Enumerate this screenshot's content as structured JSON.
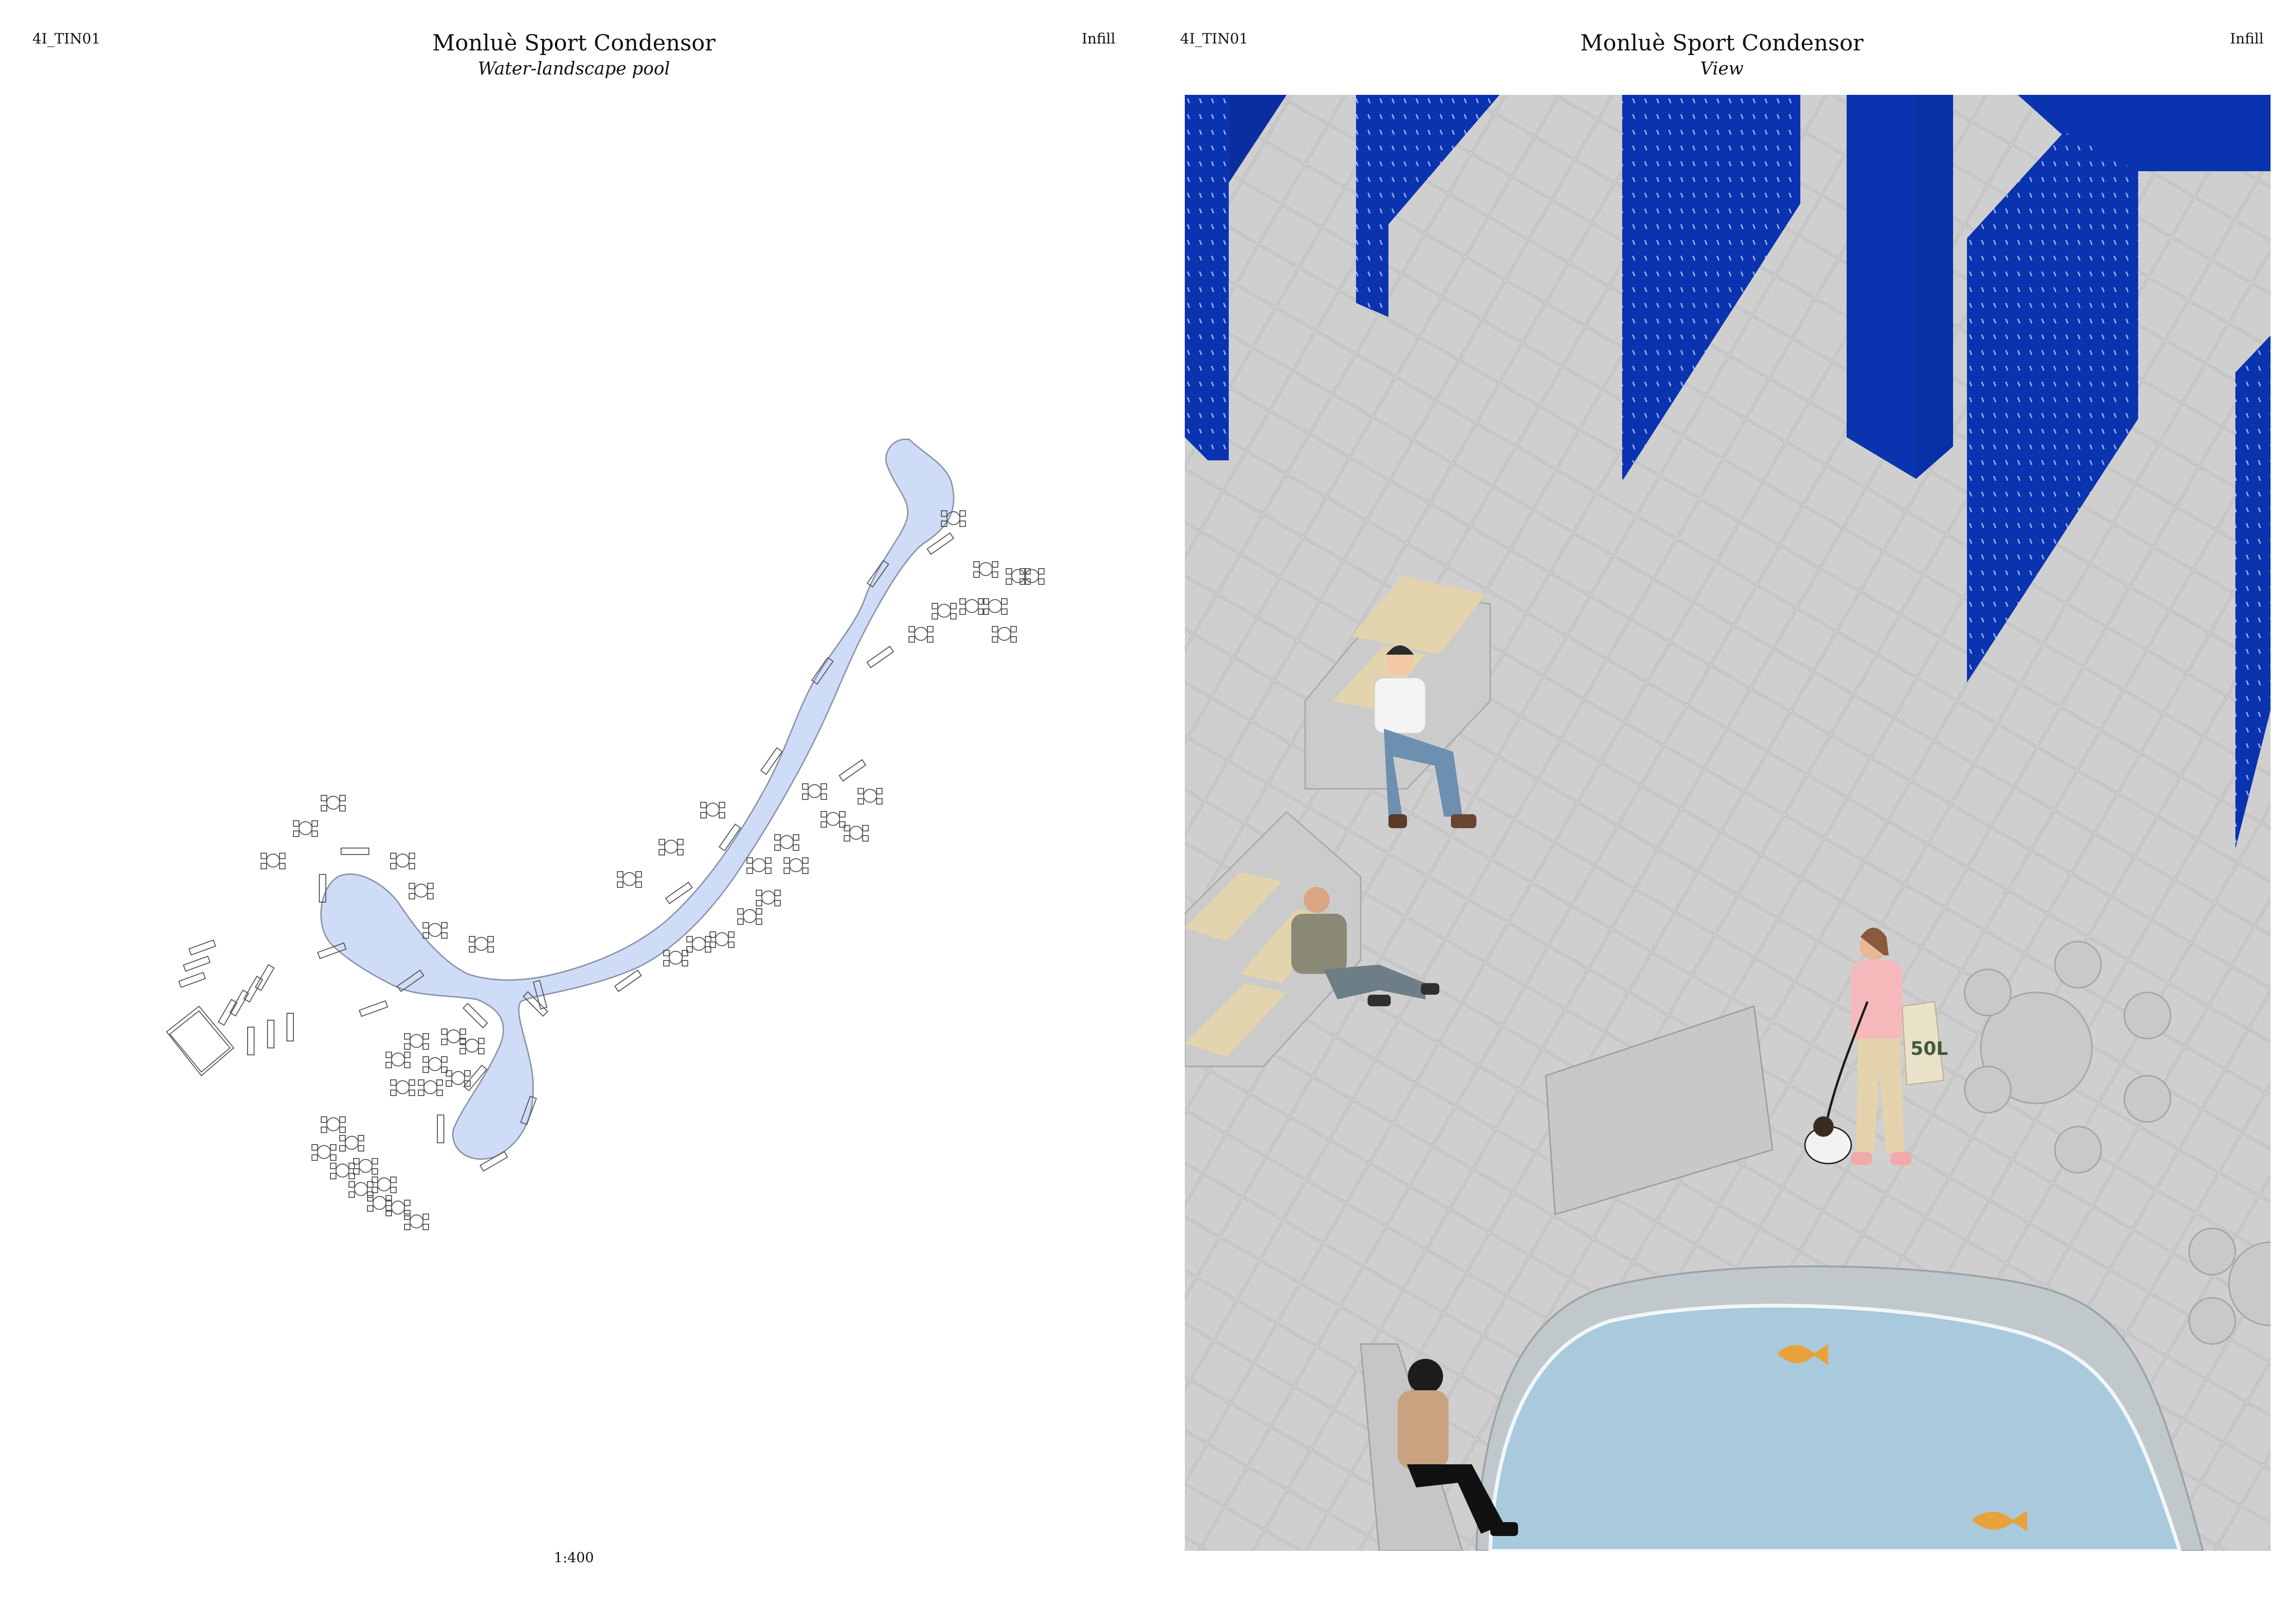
{
  "left_sheet": {
    "code": "4I_TIN01",
    "title": "Monluè Sport Condensor",
    "subtitle": "Water-landscape pool",
    "infill": "Infill",
    "scale": "1:400"
  },
  "right_sheet": {
    "code": "4I_TIN01",
    "title": "Monluè Sport Condensor",
    "subtitle": "View",
    "infill": "Infill",
    "bag_label": "50L"
  },
  "colors": {
    "water_plan": "#cfdcf8",
    "water_view": "#a9c9dc",
    "panel_blue": "#0a33b0",
    "paving": "#d2d2d2",
    "bench_wood": "#e3d4ad",
    "fish": "#e8a23a"
  }
}
